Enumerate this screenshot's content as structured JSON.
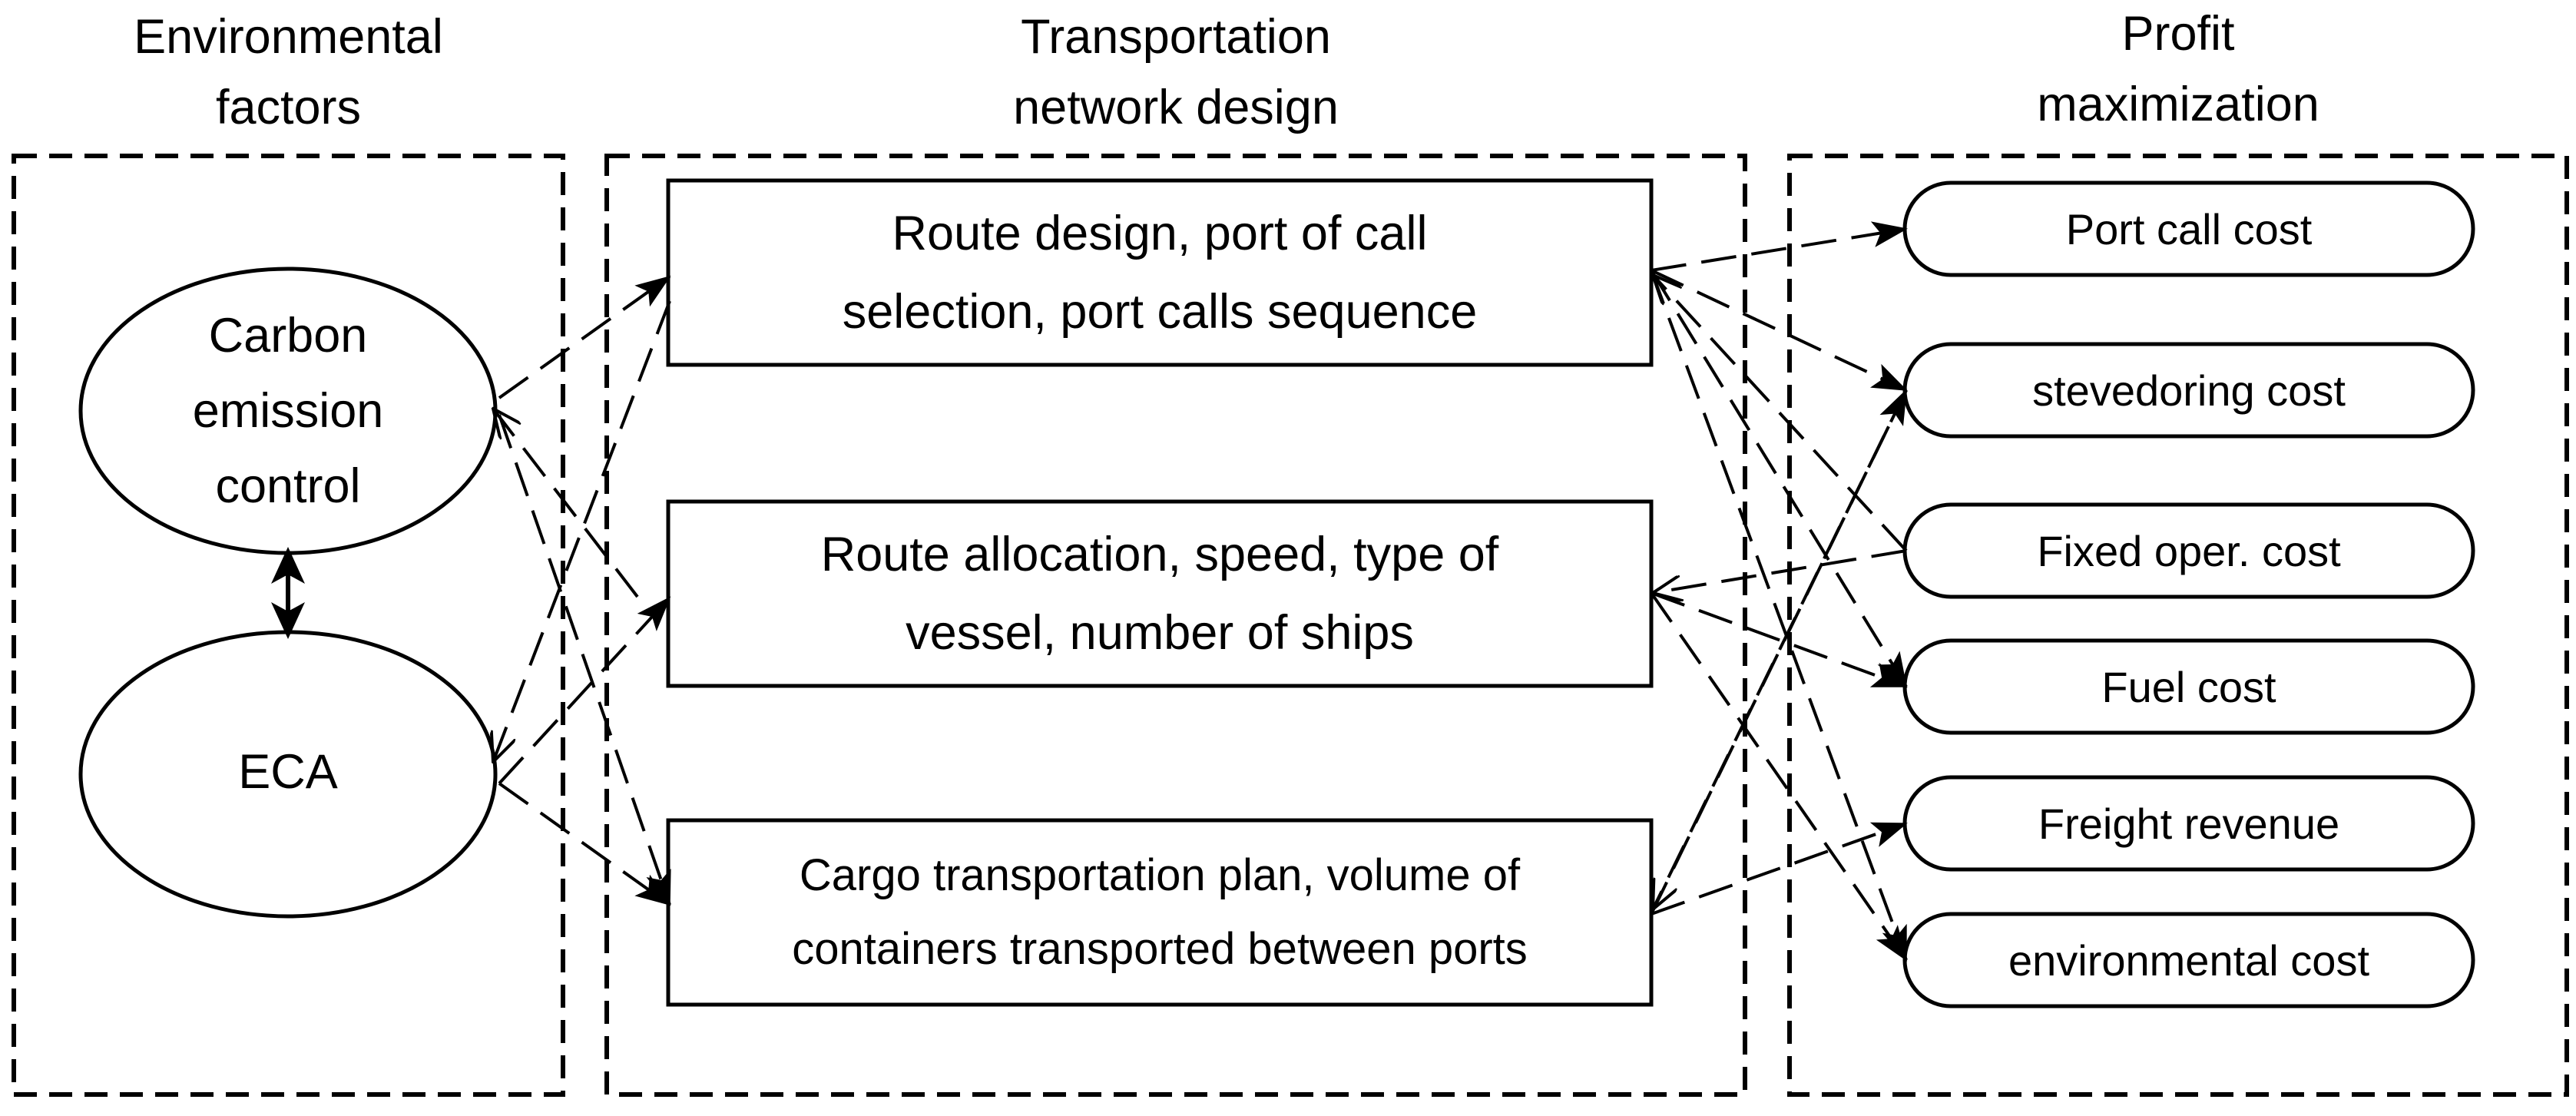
{
  "columns": {
    "environmental": {
      "title_line1": "Environmental",
      "title_line2": "factors"
    },
    "transportation": {
      "title_line1": "Transportation",
      "title_line2": "network design"
    },
    "profit": {
      "title_line1": "Profit",
      "title_line2": "maximization"
    }
  },
  "factors": {
    "carbon": {
      "line1": "Carbon",
      "line2": "emission",
      "line3": "control"
    },
    "eca": {
      "label": "ECA"
    }
  },
  "design": {
    "route": {
      "line1": "Route design, port of call",
      "line2": "selection, port calls sequence"
    },
    "allocation": {
      "line1": "Route allocation, speed, type of",
      "line2": "vessel, number of ships"
    },
    "cargo": {
      "line1": "Cargo transportation plan, volume of",
      "line2": "containers transported between ports"
    }
  },
  "outcomes": {
    "port_call": "Port call cost",
    "stevedoring": "stevedoring cost",
    "fixed": "Fixed oper. cost",
    "fuel": "Fuel cost",
    "freight": "Freight revenue",
    "environmental": "environmental cost"
  }
}
